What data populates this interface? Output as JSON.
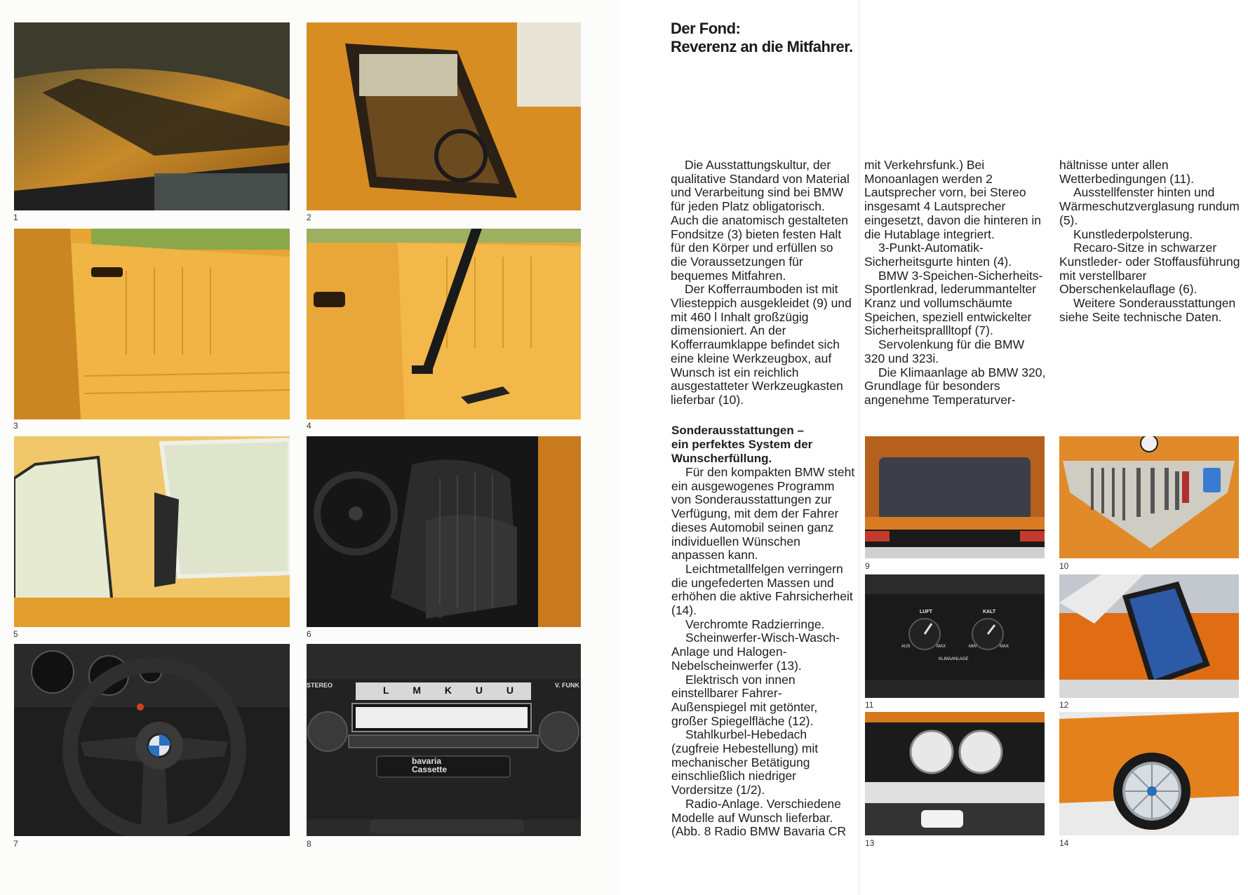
{
  "captions": [
    "1",
    "2",
    "3",
    "4",
    "5",
    "6",
    "7",
    "8",
    "9",
    "10",
    "11",
    "12",
    "13",
    "14"
  ],
  "title": {
    "line1": "Der Fond:",
    "line2": "Reverenz an die Mitfahrer."
  },
  "column1": {
    "paragraphs": [
      "Die Ausstattungskultur, der qualitative Standard von Material und Verarbeitung sind bei BMW für jeden Platz obligatorisch. Auch die anatomisch gestalteten Fondsitze (3) bieten festen Halt für den Körper und erfüllen so die Voraussetzungen für bequemes Mitfahren.",
      "Der Kofferraumboden ist mit Vliesteppich ausgekleidet (9) und mit 460 l Inhalt großzügig dimensioniert. An der Kofferraumklappe befindet sich eine kleine Werkzeugbox, auf Wunsch ist ein reichlich ausgestatteter Werkzeugkasten lieferbar (10)."
    ]
  },
  "column2": {
    "paragraphs": [
      "mit Verkehrsfunk.) Bei Monoanlagen werden 2 Lautsprecher vorn, bei Stereo insgesamt 4 Lautsprecher eingesetzt, davon die hinteren in die Hutablage integriert.",
      "3-Punkt-Automatik-Sicherheitsgurte hinten (4).",
      "BMW 3-Speichen-Sicherheits-Sportlenkrad, lederummantelter Kranz und vollumschäumte Speichen, speziell entwickelter Sicherheitsprallltopf (7).",
      "Servolenkung für die BMW 320 und 323i.",
      "Die Klimaanlage ab BMW 320, Grundlage für besonders angenehme Temperaturver-"
    ]
  },
  "column3": {
    "paragraphs": [
      "hältnisse unter allen Wetterbedingungen (11).",
      "Ausstellfenster hinten und Wärmeschutzverglasung rundum (5).",
      "Kunstlederpolsterung.",
      "Recaro-Sitze in schwarzer Kunstleder- oder Stoffausführung mit verstellbarer Oberschenkelauflage (6).",
      "Weitere Sonderausstattungen siehe Seite technische Daten."
    ]
  },
  "section2": {
    "heading_line1": "Sonderausstattungen –",
    "heading_line2": "ein perfektes System der",
    "heading_line3": "Wunscherfüllung.",
    "paragraphs": [
      "Für den kompakten BMW steht ein ausgewogenes Programm von Sonderausstattungen zur Verfügung, mit dem der Fahrer dieses Automobil seinen ganz individuellen Wünschen anpassen kann.",
      "Leichtmetallfelgen verringern die ungefederten Massen und erhöhen die aktive Fahrsicherheit (14).",
      "Verchromte Radzierringe.",
      "Scheinwerfer-Wisch-Wasch-Anlage und Halogen-Nebelscheinwerfer (13).",
      "Elektrisch von innen einstellbarer Fahrer-Außenspiegel mit getönter, großer Spiegelfläche (12).",
      "Stahlkurbel-Hebedach (zugfreie Hebestellung) mit mechanischer Betätigung einschließlich niedriger Vordersitze (1/2).",
      "Radio-Anlage. Verschiedene Modelle auf Wunsch lieferbar. (Abb. 8 Radio BMW Bavaria CR"
    ]
  },
  "photo_text": {
    "radio_stereo": "STEREO",
    "radio_vfunk": "V. FUNK",
    "radio_keys": [
      "L",
      "M",
      "K",
      "U",
      "U"
    ],
    "radio_brand1": "bavaria",
    "radio_brand2": "Cassette",
    "klima_luft": "LUFT",
    "klima_kalt": "KALT",
    "klima_aus": "AUS",
    "klima_max1": "MAX",
    "klima_min": "MIN",
    "klima_max2": "MAX",
    "klima_label": "KLIMAANLAGE"
  },
  "colors": {
    "amber": "#e29a1f",
    "orange": "#e5761a",
    "dark": "#1b1b1b"
  }
}
